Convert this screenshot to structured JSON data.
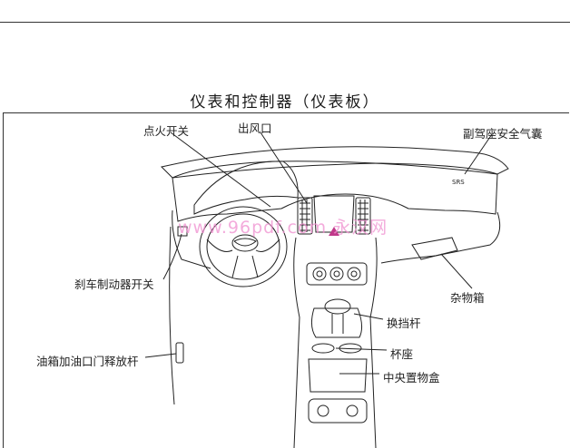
{
  "page": {
    "title": "仪表和控制器（仪表板）"
  },
  "labels": {
    "ignition_switch": "点火开关",
    "air_vent": "出风口",
    "passenger_airbag": "副驾座安全气囊",
    "brake_switch": "刹车制动器开关",
    "glove_box": "杂物箱",
    "gear_lever": "换挡杆",
    "cup_holder": "杯座",
    "center_storage": "中央置物盒",
    "fuel_door_release": "油箱加油口门释放杆"
  },
  "airbag_marking": "SRS",
  "watermark": "www.96pdf.com 永汉网"
}
